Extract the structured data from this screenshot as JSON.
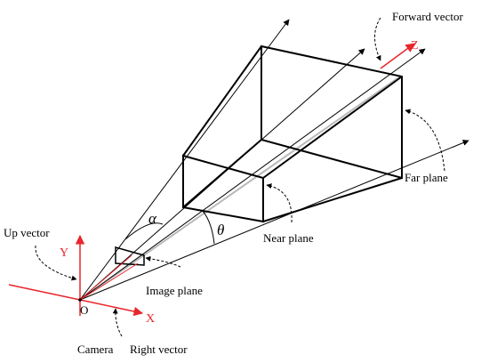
{
  "colors": {
    "axis": "#e8262b",
    "line": "#000000",
    "optical_axis": "#b9b9b9"
  },
  "labels": {
    "forward_vector": "Forward vector",
    "z_axis": "Z",
    "far_plane": "Far plane",
    "near_plane": "Near plane",
    "up_vector": "Up vector",
    "y_axis": "Y",
    "image_plane": "Image plane",
    "origin": "O",
    "x_axis": "X",
    "camera": "Camera",
    "right_vector": "Right vector",
    "alpha": "α",
    "theta": "θ"
  }
}
